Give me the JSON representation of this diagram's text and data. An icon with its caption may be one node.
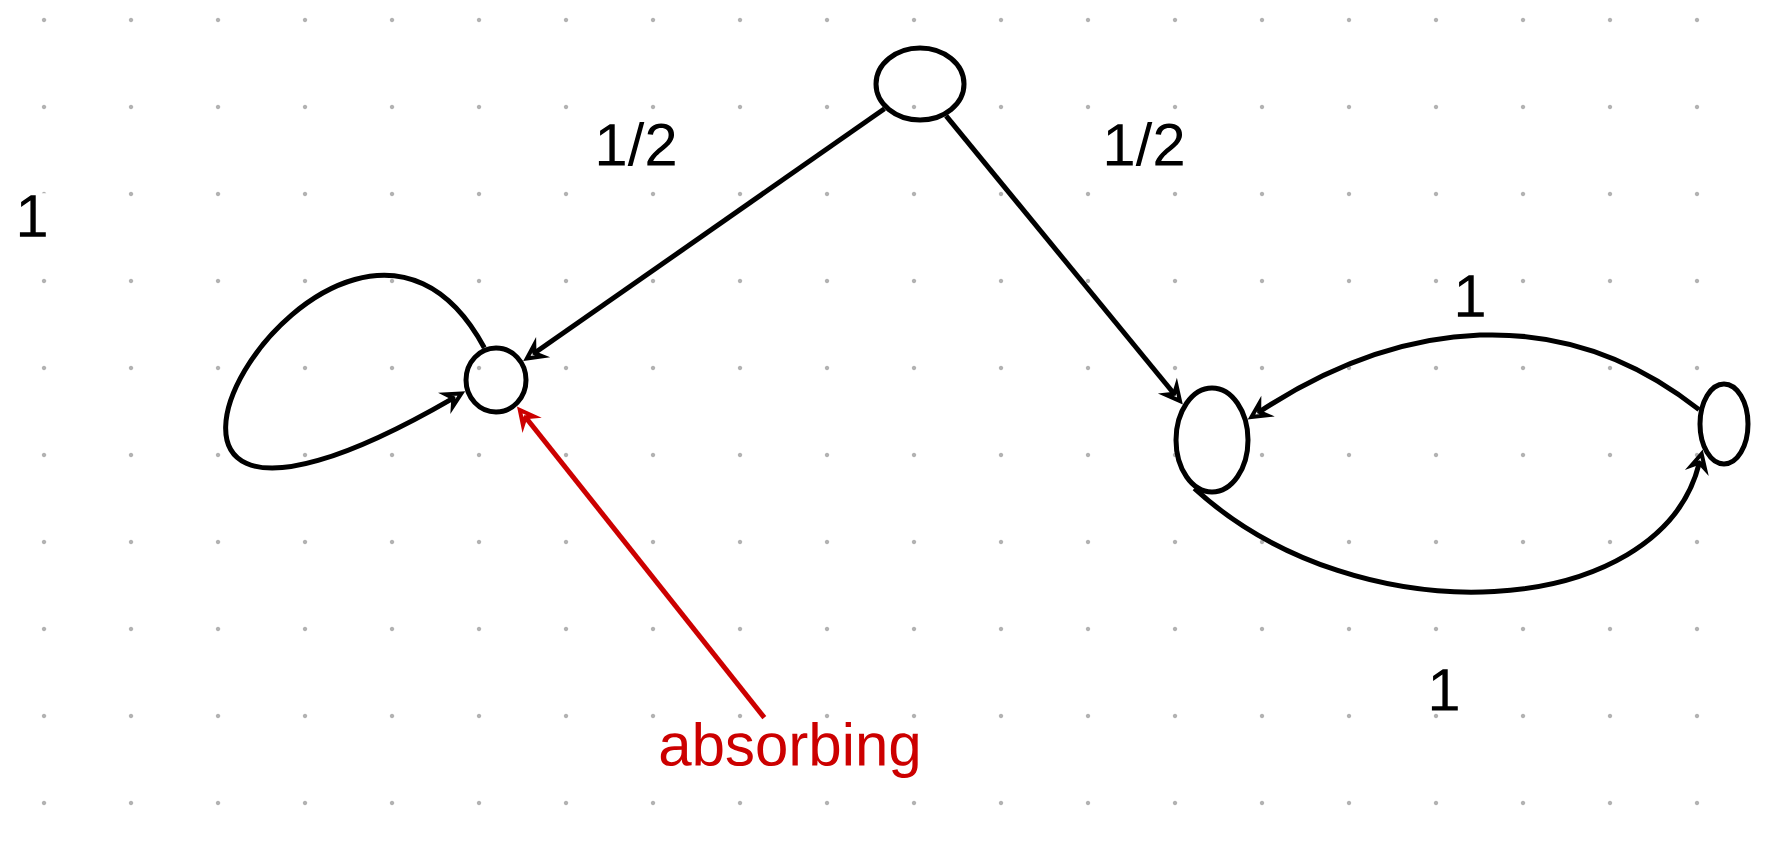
{
  "diagram": {
    "nodes": [
      {
        "text": [],
        "shape": "circle"
      },
      {
        "text": [],
        "shape": "circle"
      },
      {
        "text": [],
        "shape": "circle"
      },
      {
        "text": [],
        "shape": "circle"
      },
      {
        "text": [
          "absorbing"
        ]
      }
    ],
    "edges": [
      {
        "from": 0,
        "to": 1,
        "arrow": "to",
        "label": "1/2"
      },
      {
        "from": 0,
        "to": 2,
        "arrow": "to",
        "label": "1/2"
      },
      {
        "from": 1,
        "to": 1,
        "arrow": "to",
        "label": "1"
      },
      {
        "from": 3,
        "to": 2,
        "arrow": "to",
        "label": "1"
      },
      {
        "from": 2,
        "to": 3,
        "arrow": "to",
        "label": "1"
      },
      {
        "from": 4,
        "to": 1,
        "arrow": "to",
        "color": "#cc0000"
      }
    ]
  }
}
